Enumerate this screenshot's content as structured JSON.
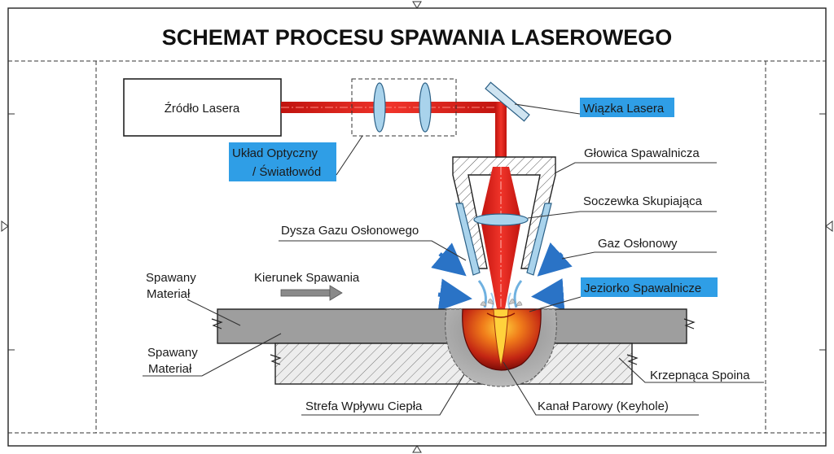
{
  "title": "SCHEMAT PROCESU SPAWANIA LASEROWEGO",
  "labels": {
    "laser_source": "Źródło Lasera",
    "optics_line1": "Układ Optyczny",
    "optics_line2": "/ Światłowód",
    "laser_beam": "Wiązka Lasera",
    "welding_head": "Głowica Spawalnicza",
    "focusing_lens": "Soczewka Skupiająca",
    "gas_nozzle": "Dysza Gazu Osłonowego",
    "shielding_gas": "Gaz Osłonowy",
    "weld_pool": "Jeziorko Spawalnicze",
    "welding_direction": "Kierunek Spawania",
    "material_top_line1": "Spawany",
    "material_top_line2": "Materiał",
    "material_bottom_line1": "Spawany",
    "material_bottom_line2": "Materiał",
    "solidifying_weld": "Krzepnąca Spoina",
    "haz": "Strefa Wpływu Ciepła",
    "keyhole": "Kanał Parowy (Keyhole)"
  },
  "colors": {
    "beam": "#e8231c",
    "highlight": "#2f9ee6",
    "lens": "#a9d3ec",
    "steel": "#9e9e9e",
    "pool": "#b81d10"
  }
}
